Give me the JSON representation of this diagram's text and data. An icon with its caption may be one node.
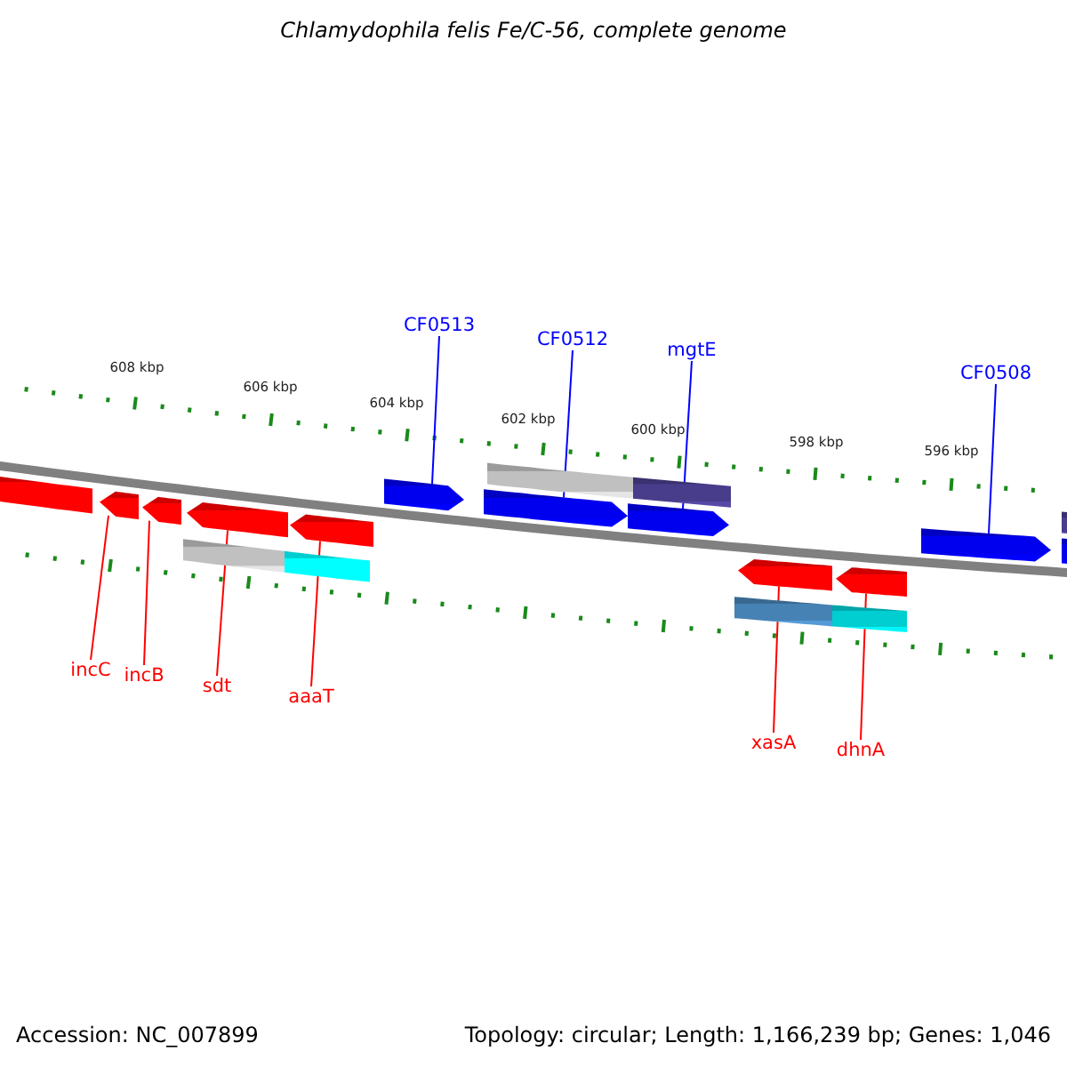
{
  "diagram": {
    "title": "Chlamydophila felis Fe/C-56, complete genome",
    "nodes": [
      {
        "text": [
          "CF0513"
        ]
      },
      {
        "text": [
          "CF0512"
        ]
      },
      {
        "text": [
          "mgtE"
        ]
      },
      {
        "text": [
          "CF0508"
        ]
      },
      {
        "text": [
          "incC"
        ]
      },
      {
        "text": [
          "incB"
        ]
      },
      {
        "text": [
          "sdt"
        ]
      },
      {
        "text": [
          "aaaT"
        ]
      },
      {
        "text": [
          "xasA"
        ]
      },
      {
        "text": [
          "dhnA"
        ]
      },
      {
        "text": [],
        "shape": "arrow"
      },
      {
        "text": [],
        "shape": "arrow"
      },
      {
        "text": [],
        "shape": "arrow"
      },
      {
        "text": [],
        "shape": "arrow"
      },
      {
        "text": [],
        "shape": "arrow"
      },
      {
        "text": [],
        "shape": "arrow"
      },
      {
        "text": [],
        "shape": "arrow"
      },
      {
        "text": [],
        "shape": "arrow"
      },
      {
        "text": [],
        "shape": "arrow"
      },
      {
        "text": [],
        "shape": "arrow"
      },
      {
        "text": [],
        "shape": "arrow"
      },
      {
        "text": [],
        "shape": "arrow"
      },
      {
        "text": [],
        "shape": "bar"
      },
      {
        "text": [],
        "shape": "bar"
      },
      {
        "text": [],
        "shape": "bar"
      },
      {
        "text": [],
        "shape": "bar"
      },
      {
        "text": [],
        "shape": "bar"
      },
      {
        "text": [],
        "shape": "bar"
      },
      {
        "text": [],
        "shape": "bar"
      }
    ],
    "edges": [
      {
        "from": 0,
        "to": 15,
        "arrow": "none",
        "color": "#0000ff"
      },
      {
        "from": 1,
        "to": 16,
        "arrow": "none",
        "color": "#0000ff"
      },
      {
        "from": 2,
        "to": 17,
        "arrow": "none",
        "color": "#0000ff"
      },
      {
        "from": 3,
        "to": 20,
        "arrow": "none",
        "color": "#0000ff"
      },
      {
        "from": 4,
        "to": 11,
        "arrow": "none"
      },
      {
        "from": 5,
        "to": 12,
        "arrow": "none"
      },
      {
        "from": 6,
        "to": 13,
        "arrow": "none"
      },
      {
        "from": 7,
        "to": 14,
        "arrow": "none"
      },
      {
        "from": 8,
        "to": 18,
        "arrow": "none"
      },
      {
        "from": 9,
        "to": 19,
        "arrow": "none"
      }
    ],
    "labels": [
      "608 kbp",
      "606 kbp",
      "604 kbp",
      "602 kbp",
      "600 kbp",
      "598 kbp",
      "596 kbp",
      "Accession: NC_007899",
      "Topology: circular; Length: 1,166,239 bp; Genes: 1,046"
    ]
  }
}
